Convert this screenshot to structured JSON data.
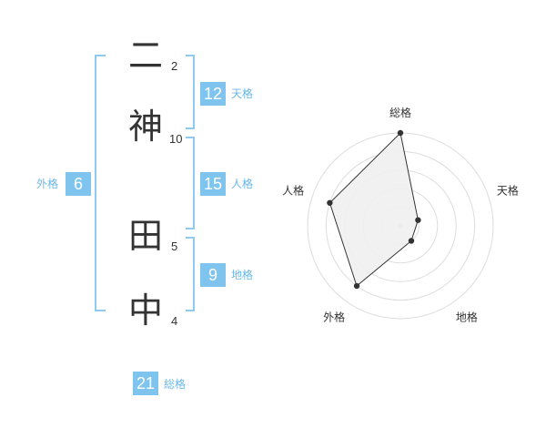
{
  "characters": [
    {
      "char": "二",
      "strokes": "2"
    },
    {
      "char": "神",
      "strokes": "10"
    },
    {
      "char": "田",
      "strokes": "5"
    },
    {
      "char": "中",
      "strokes": "4"
    }
  ],
  "fortunes": {
    "tenkaku": {
      "value": "12",
      "label": "天格"
    },
    "jinkaku": {
      "value": "15",
      "label": "人格"
    },
    "chikaku": {
      "value": "9",
      "label": "地格"
    },
    "gaikaku": {
      "value": "6",
      "label": "外格"
    },
    "soukaku": {
      "value": "21",
      "label": "総格"
    }
  },
  "chart_data": {
    "type": "radar",
    "axes": [
      "総格",
      "天格",
      "地格",
      "外格",
      "人格"
    ],
    "values": [
      5,
      1,
      1,
      4,
      4
    ],
    "max": 5,
    "rings": 5,
    "fill_color": "#efefef",
    "line_color": "#333333"
  },
  "colors": {
    "accent": "#7fc4ef",
    "accent_text": "#6ab8e8",
    "bracket": "#8fcaf2"
  }
}
